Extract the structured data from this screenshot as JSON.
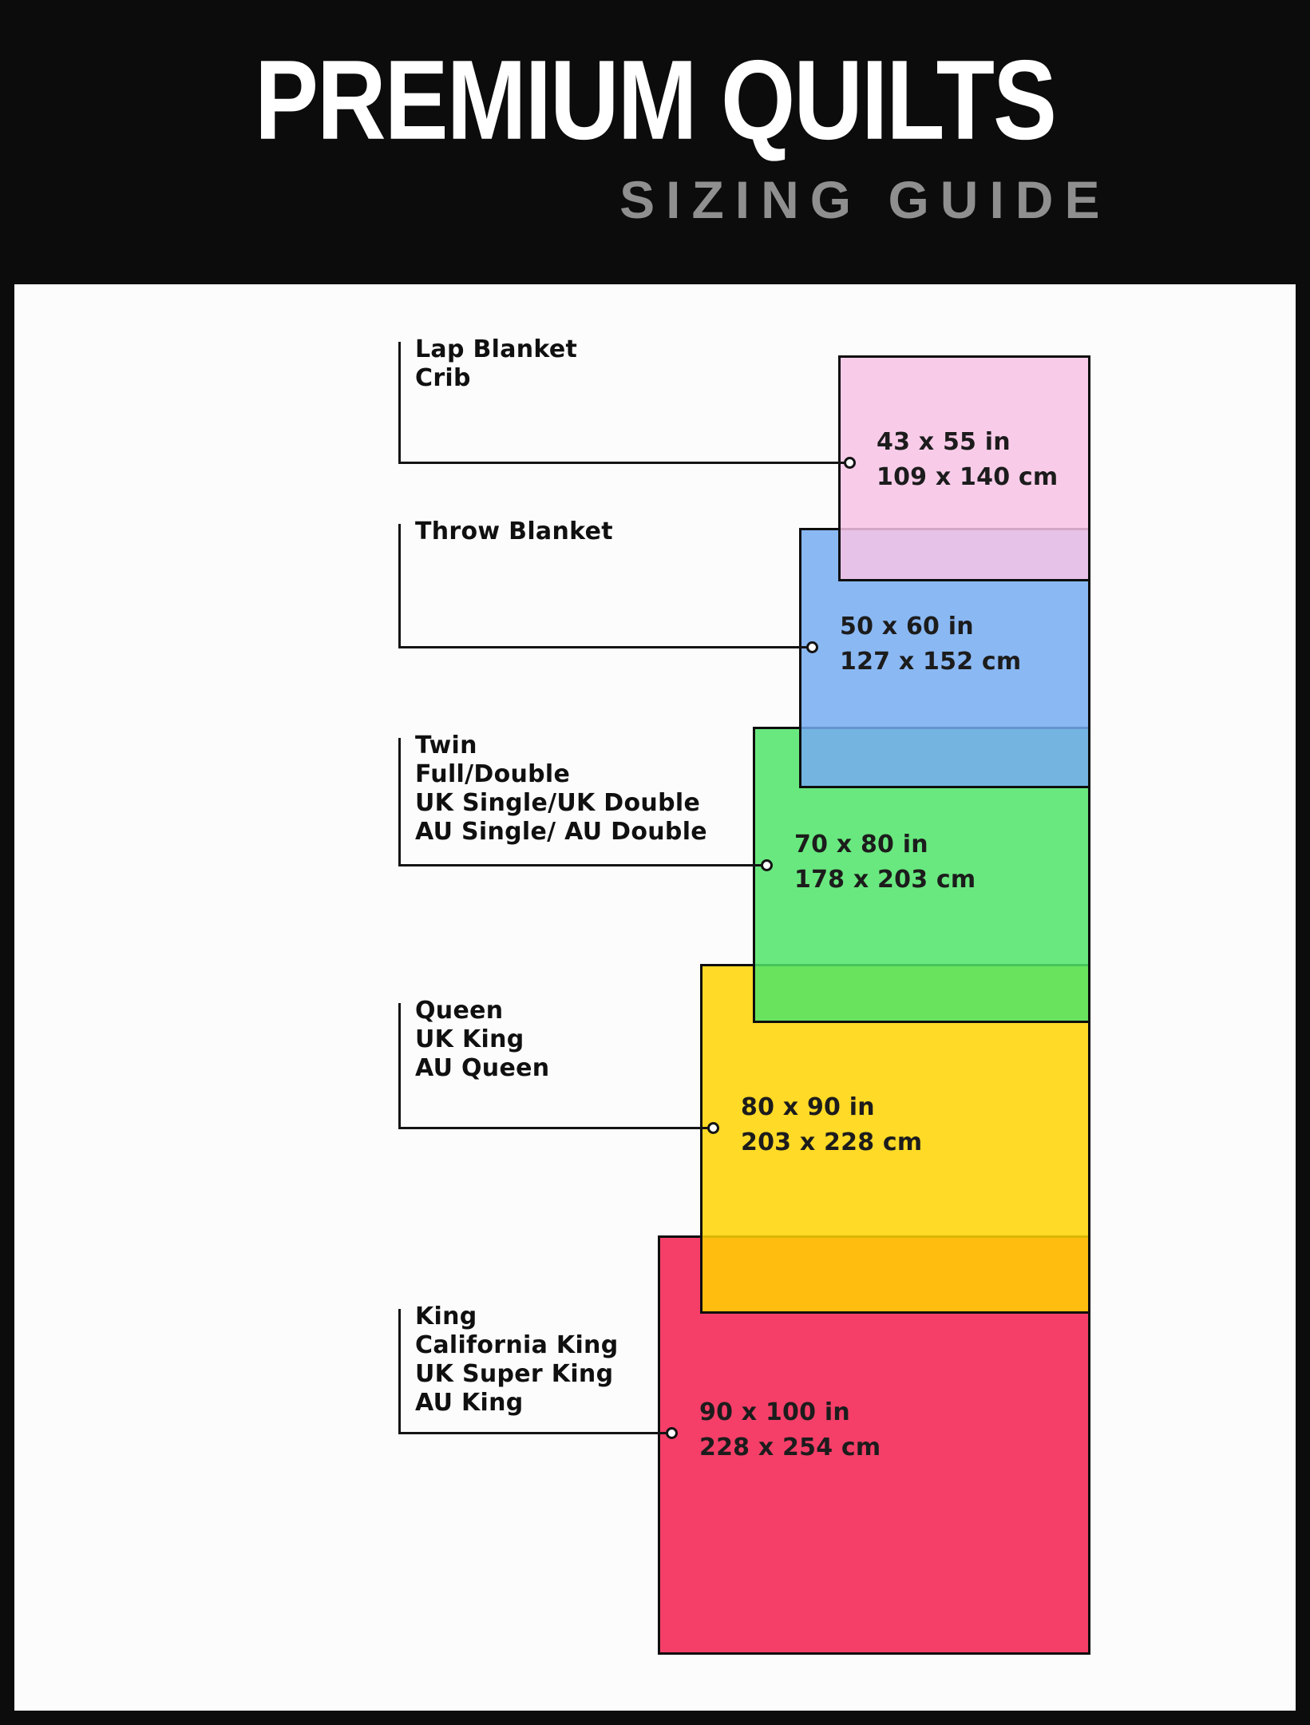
{
  "header": {
    "title": "PREMIUM QUILTS",
    "subtitle": "SIZING GUIDE"
  },
  "sizes": [
    {
      "name": "lap-blanket-crib",
      "labels": [
        "Lap Blanket",
        "Crib"
      ],
      "size_in": "43 x 55 in",
      "size_cm": "109 x 140 cm",
      "color": "#f7c3e5"
    },
    {
      "name": "throw-blanket",
      "labels": [
        "Throw Blanket"
      ],
      "size_in": "50 x 60 in",
      "size_cm": "127 x 152 cm",
      "color": "#76acf1"
    },
    {
      "name": "twin-full-double",
      "labels": [
        "Twin",
        "Full/Double",
        "UK Single/UK Double",
        "AU Single/ AU Double"
      ],
      "size_in": "70 x 80 in",
      "size_cm": "178 x 203 cm",
      "color": "#4fe468"
    },
    {
      "name": "queen",
      "labels": [
        "Queen",
        "UK King",
        "AU Queen"
      ],
      "size_in": "80 x 90 in",
      "size_cm": "203 x 228 cm",
      "color": "#ffd300"
    },
    {
      "name": "king",
      "labels": [
        "King",
        "California King",
        "UK Super King",
        "AU King"
      ],
      "size_in": "90 x 100 in",
      "size_cm": "228 x 254 cm",
      "color": "#f31d4e"
    }
  ]
}
